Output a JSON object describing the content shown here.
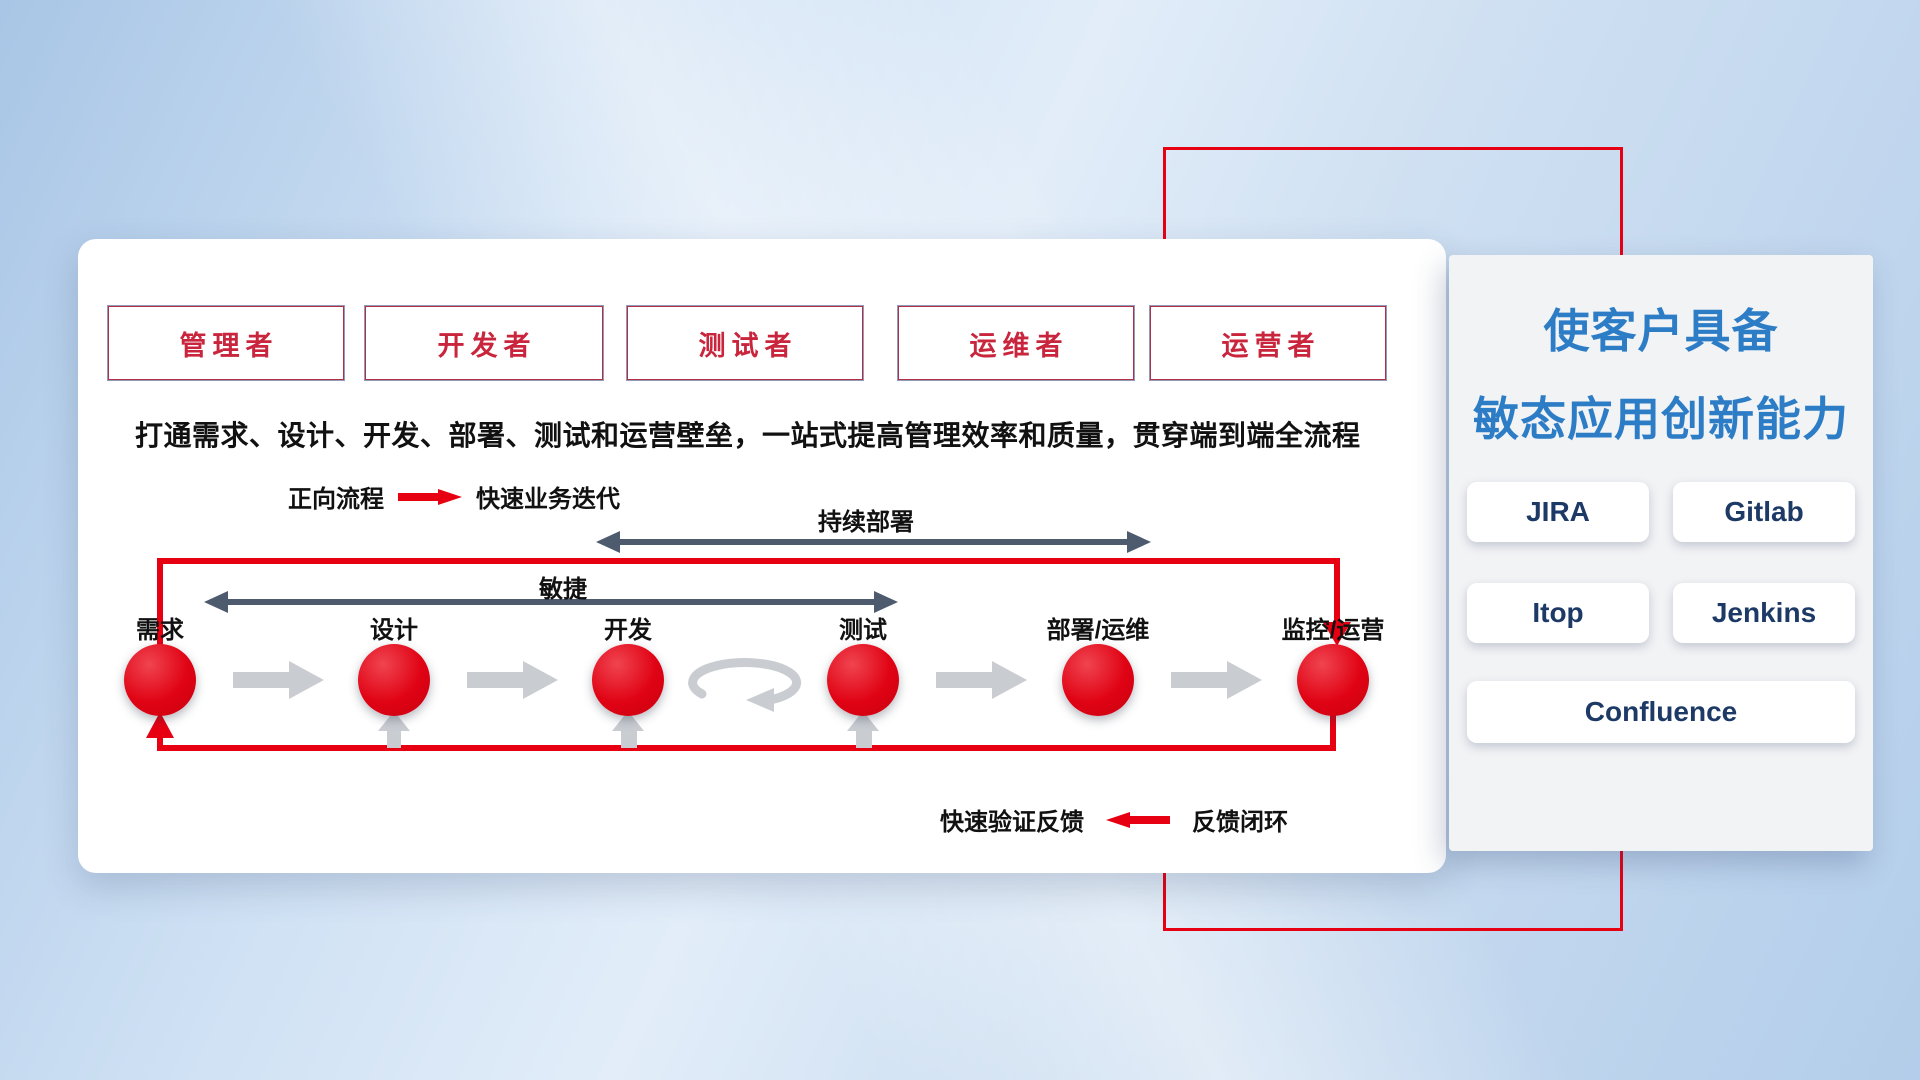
{
  "roles": [
    "管理者",
    "开发者",
    "测试者",
    "运维者",
    "运营者"
  ],
  "description": "打通需求、设计、开发、部署、测试和运营壁垒，一站式提高管理效率和质量，贯穿端到端全流程",
  "legends": {
    "forward": {
      "label": "正向流程",
      "text": "快速业务迭代"
    },
    "feedback": {
      "label": "快速验证反馈",
      "text": "反馈闭环"
    }
  },
  "flow": {
    "stages": [
      "需求",
      "设计",
      "开发",
      "测试",
      "部署/运维",
      "监控/运营"
    ],
    "agile_label": "敏捷",
    "continuous_deployment_label": "持续部署"
  },
  "right_panel": {
    "title_line1": "使客户具备",
    "title_line2": "敏态应用创新能力",
    "tools": [
      "JIRA",
      "Gitlab",
      "Itop",
      "Jenkins",
      "Confluence"
    ]
  },
  "colors": {
    "primary_red": "#e60012",
    "role_text_red": "#c9253d",
    "dark_arrow": "#4e5a6e",
    "gray_arrow": "#c9cdd2",
    "title_blue": "#2d7dc6",
    "tool_text_navy": "#1d3966"
  }
}
